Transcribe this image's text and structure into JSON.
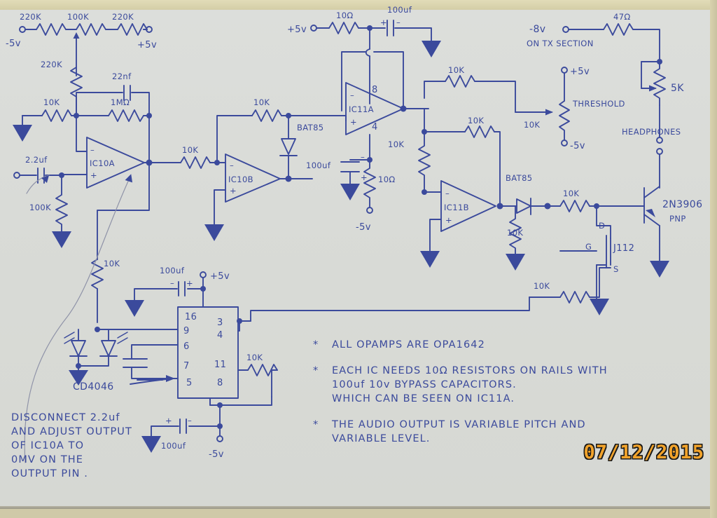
{
  "photo": {
    "subject": "hand-drawn electronic circuit schematic on paper",
    "date_stamp": "07/12/2015",
    "ink_color": "#3b4a9c",
    "paper_color": "#d9dbd7",
    "desk_color": "#d8d2ae",
    "date_stamp_color": "#f2a32a"
  },
  "stage1_offset_null": {
    "r_left": "220K",
    "r_pot": "100K",
    "r_right": "220K",
    "rail_neg": "-5v",
    "rail_pos": "+5v",
    "r_wiper": "220K"
  },
  "stage1_amp": {
    "label": "IC10A",
    "minus": "–",
    "plus": "+",
    "r_input": "10K",
    "c_feedback": "22nf",
    "r_feedback": "1MΩ",
    "c_coupling": "2.2uf",
    "r_bias": "100K",
    "r_output": "10K",
    "r_gnd": "10K"
  },
  "stage2_amp": {
    "label": "IC10B",
    "minus": "–",
    "plus": "+",
    "r_feedback": "10K",
    "r_input": "10K",
    "diode": "BAT85"
  },
  "stage3_amp": {
    "label": "IC11A",
    "minus": "–",
    "plus": "+",
    "pin_top": "8",
    "pin_bottom": "4",
    "rail_pos": "+5v",
    "rail_neg": "-5v",
    "r_rail_pos": "10Ω",
    "c_rail_pos": "100uf",
    "r_rail_neg": "10Ω",
    "c_rail_neg": "100uf",
    "r_out": "10K"
  },
  "stage4_amp": {
    "label": "IC11B",
    "minus": "–",
    "plus": "+",
    "r_top": "10K",
    "r_feedback": "10K",
    "r_to_threshold": "10K",
    "r_pulldown": "10K",
    "diode": "BAT85",
    "r_series": "10K",
    "r_gate": "10K"
  },
  "threshold": {
    "label": "THRESHOLD",
    "r_in": "10K",
    "rail_pos": "+5v",
    "rail_neg": "-5v"
  },
  "output_stage": {
    "supply_label": "-8v",
    "supply_note": "ON TX SECTION",
    "r_supply": "47Ω",
    "pot": "5K",
    "headphones": "HEADPHONES",
    "transistor": "2N3906",
    "transistor_type": "PNP",
    "jfet": "J112",
    "jfet_pin_d": "D",
    "jfet_pin_g": "G",
    "jfet_pin_s": "S"
  },
  "cd4046": {
    "label": "CD4046",
    "pins_left": [
      "16",
      "9",
      "6",
      "7",
      "5"
    ],
    "pins_right": [
      "3",
      "4",
      "11",
      "8"
    ],
    "rail_pos": "+5v",
    "rail_neg": "-5v",
    "c_pos": "100uf",
    "c_neg": "100uf",
    "r_pin11": "10K"
  },
  "notes": [
    "ALL OPAMPS ARE OPA1642",
    "EACH IC NEEDS 10Ω RESISTORS ON RAILS WITH",
    "100uf 10v BYPASS CAPACITORS.",
    "WHICH CAN BE SEEN ON IC11A.",
    "THE AUDIO OUTPUT IS VARIABLE PITCH AND",
    "VARIABLE LEVEL."
  ],
  "note_bullet": "*",
  "adjust_note": [
    "DISCONNECT 2.2uf",
    "AND ADJUST OUTPUT",
    "OF IC10A TO",
    "0MV ON THE",
    "OUTPUT PIN ."
  ]
}
